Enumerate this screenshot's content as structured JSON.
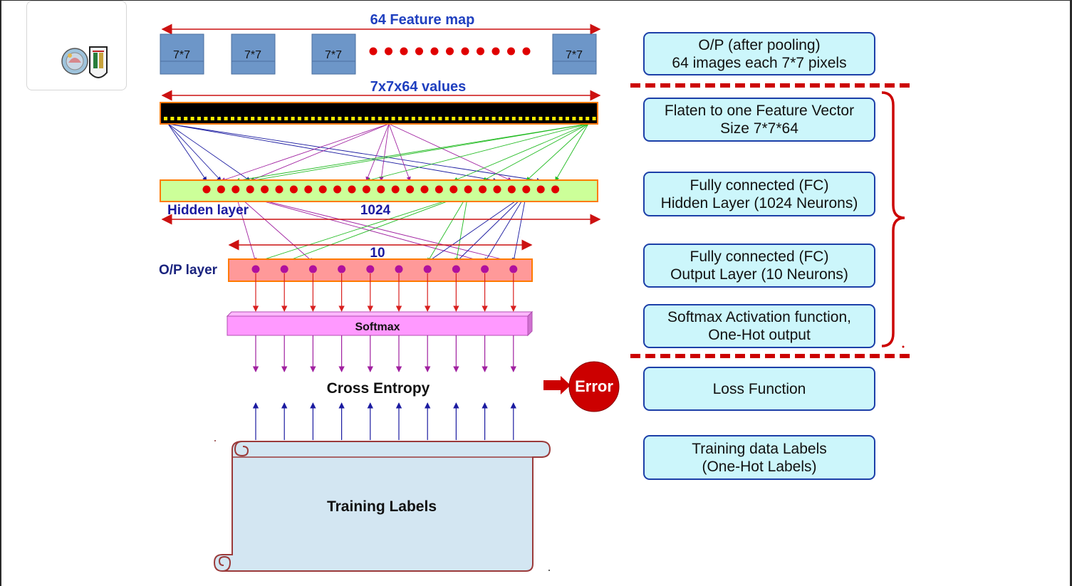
{
  "diagram": {
    "feature_map_title": "64 Feature map",
    "feature_map_boxes": [
      "7*7",
      "7*7",
      "7*7",
      "7*7"
    ],
    "flatten_label": "7x7x64 values",
    "hidden_layer_label": "Hidden  layer",
    "hidden_count": "1024",
    "output_count": "10",
    "output_layer_label": "O/P layer",
    "softmax_label": "Softmax",
    "cross_entropy_label": "Cross Entropy",
    "error_label": "Error",
    "training_labels": "Training Labels"
  },
  "info_boxes": [
    {
      "line1": "O/P (after pooling)",
      "line2": "64 images each 7*7 pixels"
    },
    {
      "line1": "Flaten to one Feature Vector",
      "line2": "Size 7*7*64"
    },
    {
      "line1": "Fully connected (FC)",
      "line2": "Hidden Layer (1024 Neurons)"
    },
    {
      "line1": "Fully connected (FC)",
      "line2": "Output Layer (10 Neurons)"
    },
    {
      "line1": "Softmax Activation function,",
      "line2": "One-Hot  output"
    },
    {
      "line1": "Loss Function",
      "line2": ""
    },
    {
      "line1": "Training data Labels",
      "line2": "(One-Hot Labels)"
    }
  ],
  "colors": {
    "title_blue": "#1f3fbf",
    "dark_blue": "#1a237e",
    "neuron_red": "#e00000",
    "output_neuron": "#b0109e",
    "arrow_red": "#d82020",
    "arrow_purple": "#a020a0",
    "arrow_blue": "#1a1aa0",
    "arrow_green": "#22bb22",
    "hidden_fill": "#ccff99",
    "output_fill": "#ff9999",
    "softmax_fill": "#ff99ff",
    "box_fill": "#ccf6fb",
    "separator_red": "#cc0000"
  }
}
